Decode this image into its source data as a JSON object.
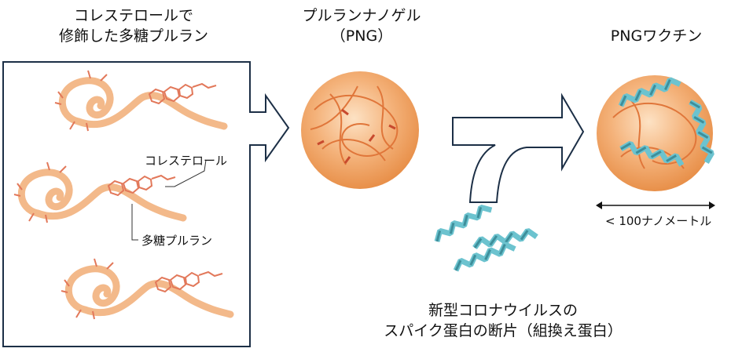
{
  "title_left_line1": "コレステロールで",
  "title_left_line2": "修飾した多糖プルラン",
  "label_cholesterol": "コレステロール",
  "label_pullulan": "多糖プルラン",
  "title_center_line1": "プルランナノゲル",
  "title_center_line2": "（PNG）",
  "title_right": "PNGワクチン",
  "size_label": "< 100ナノメートル",
  "protein_line1": "新型コロナウイルスの",
  "protein_line2": "スパイク蛋白の断片（組換え蛋白）",
  "colors": {
    "pullulan": "#f3b98a",
    "cholesterol": "#e2785a",
    "nanogel_fill": "#f0a055",
    "spike_protein": "#6cc3cf",
    "outline": "#1c2f46"
  },
  "icons": [
    "pullulan-molecule-icon",
    "nanogel-sphere-icon",
    "vaccine-sphere-icon",
    "spike-protein-helix-icon",
    "arrow-right-icon",
    "curved-arrow-icon",
    "double-arrow-icon"
  ]
}
